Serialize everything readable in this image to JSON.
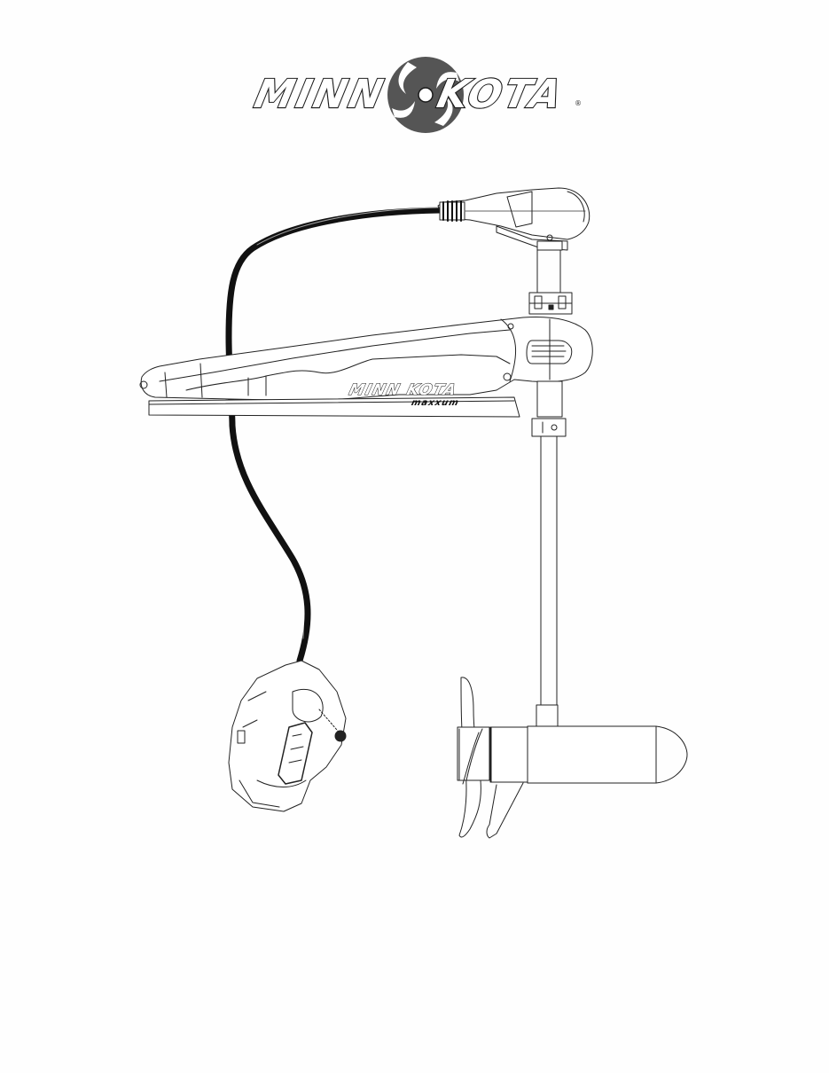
{
  "page": {
    "type": "product manual cover",
    "background": "#fefefe"
  },
  "logo": {
    "brand_left": "MINN",
    "brand_right": "KOTA",
    "registered_mark": "®",
    "icon": "swirl-disc-icon",
    "disc_color": "#555555",
    "outline_color": "#1a1a1a"
  },
  "illustration": {
    "subject": "bow-mount trolling motor",
    "line_color": "#222222",
    "cable_color": "#111111",
    "parts": [
      "control-head",
      "cable",
      "mount-bracket",
      "shaft-collar",
      "shaft",
      "foot-pedal",
      "lower-unit",
      "propeller",
      "skeg",
      "nose-cone"
    ],
    "mount_brand": "MINN KOTA",
    "mount_model": "maxxum"
  }
}
